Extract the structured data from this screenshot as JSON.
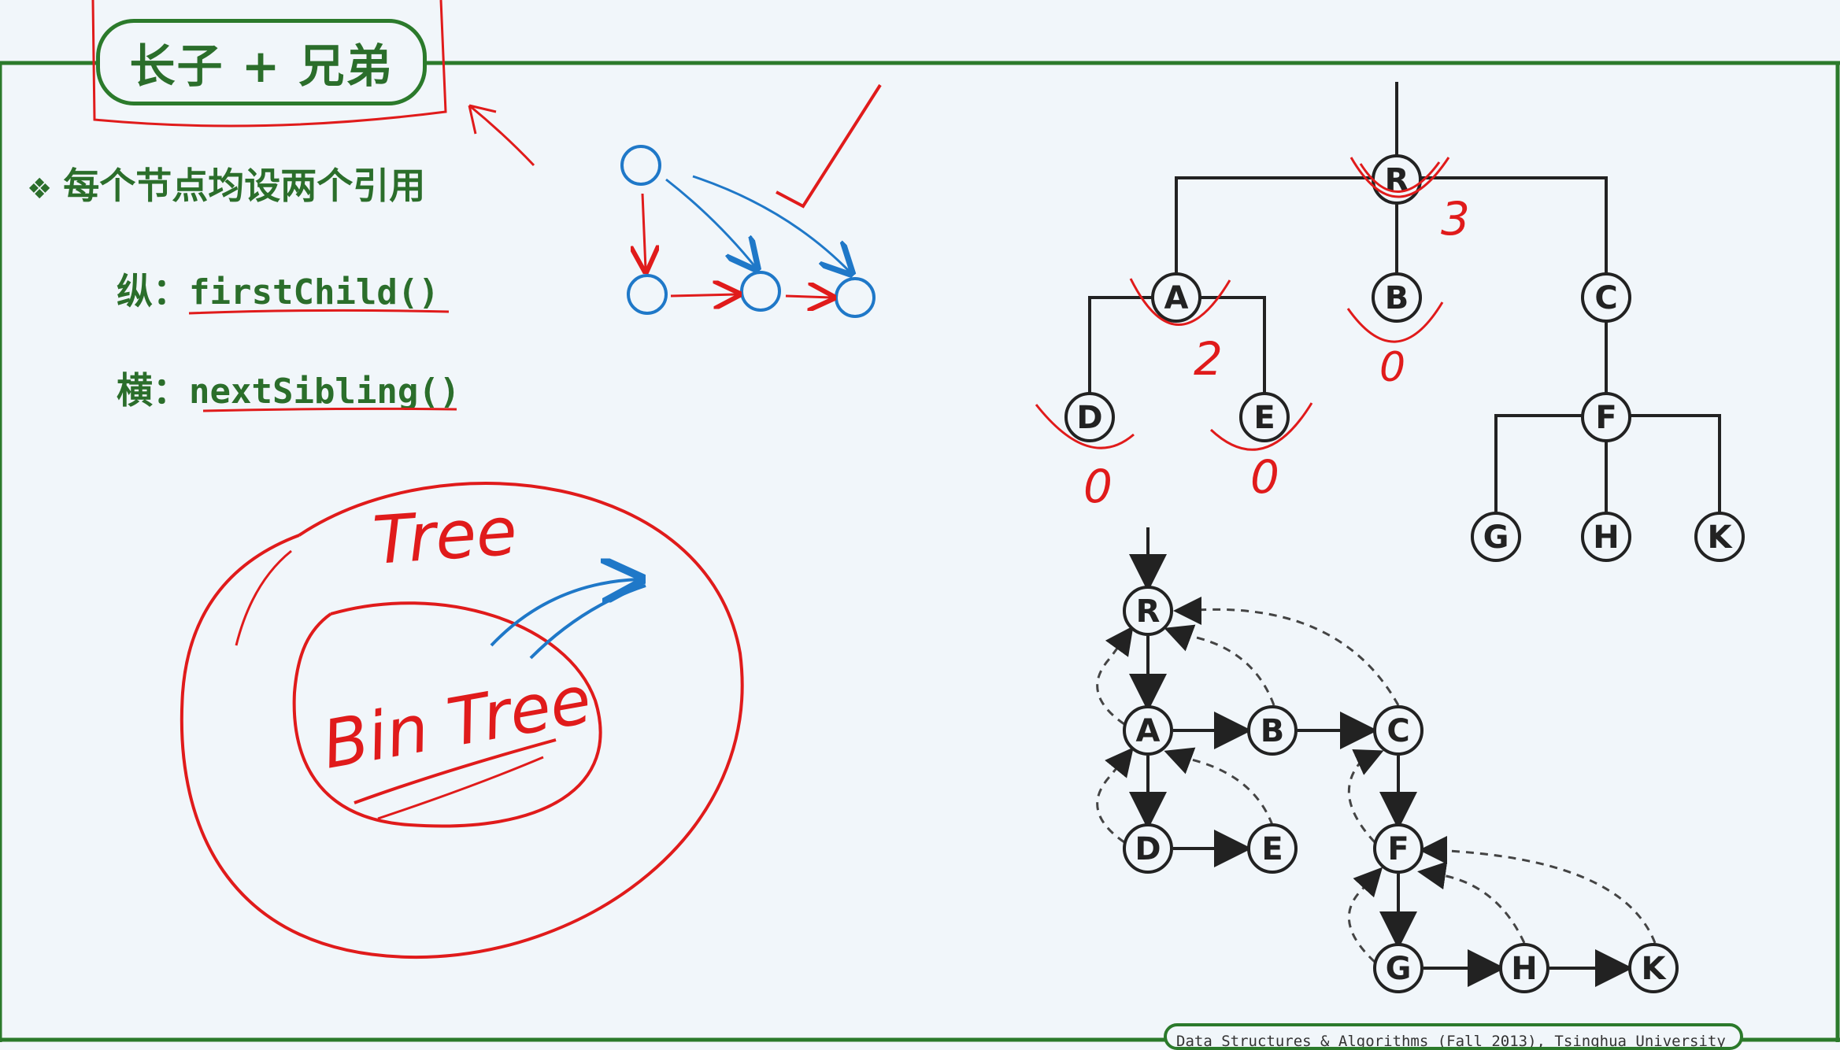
{
  "title": "长子 + 兄弟",
  "bullet": {
    "mark": "❖",
    "text": "每个节点均设两个引用"
  },
  "refs": {
    "vertical_label": "纵：",
    "vertical_code": "firstChild()",
    "horizontal_label": "横：",
    "horizontal_code": "nextSibling()"
  },
  "handwriting": {
    "outer": "Tree",
    "inner": "Bin Tree",
    "degree_R": "3",
    "degree_A": "2",
    "degree_B": "0",
    "degree_D": "0",
    "degree_E": "0"
  },
  "tree_top": {
    "nodes": [
      "R",
      "A",
      "B",
      "C",
      "D",
      "E",
      "F",
      "G",
      "H",
      "K"
    ]
  },
  "tree_bottom": {
    "nodes": [
      "R",
      "A",
      "B",
      "C",
      "D",
      "E",
      "F",
      "G",
      "H",
      "K"
    ]
  },
  "footer": "Data Structures & Algorithms (Fall 2013), Tsinghua University",
  "colors": {
    "green": "#2b6e2b",
    "red": "#e01b1b",
    "blue": "#1f78c8",
    "dark": "#222222"
  }
}
